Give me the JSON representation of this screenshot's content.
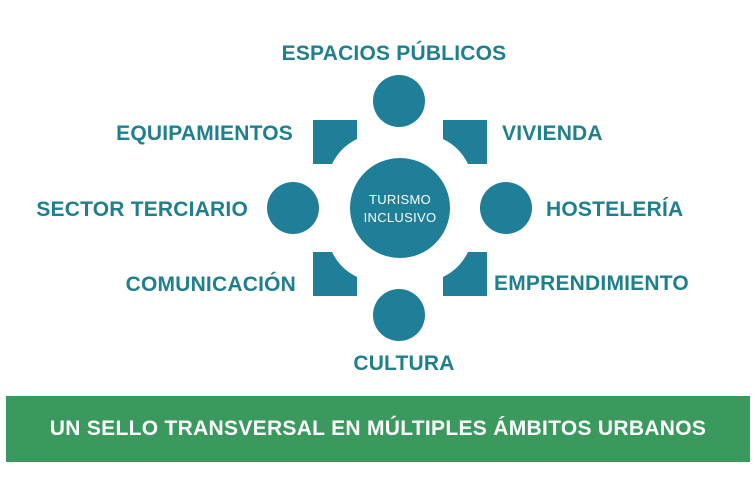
{
  "diagram": {
    "center": {
      "line1": "TURISMO",
      "line2": "INCLUSIVO"
    },
    "nodes": {
      "espacios_publicos": "ESPACIOS PÚBLICOS",
      "vivienda": "VIVIENDA",
      "hosteleria": "HOSTELERÍA",
      "emprendimiento": "EMPRENDIMIENTO",
      "cultura": "CULTURA",
      "comunicacion": "COMUNICACIÓN",
      "sector_terciario": "SECTOR TERCIARIO",
      "equipamientos": "EQUIPAMIENTOS"
    },
    "colors": {
      "node_fill": "#1f7f98",
      "label_text": "#1f7f8c",
      "banner": "#3a9a5e"
    }
  },
  "banner": {
    "text": "UN SELLO TRANSVERSAL EN MÚLTIPLES ÁMBITOS URBANOS"
  }
}
